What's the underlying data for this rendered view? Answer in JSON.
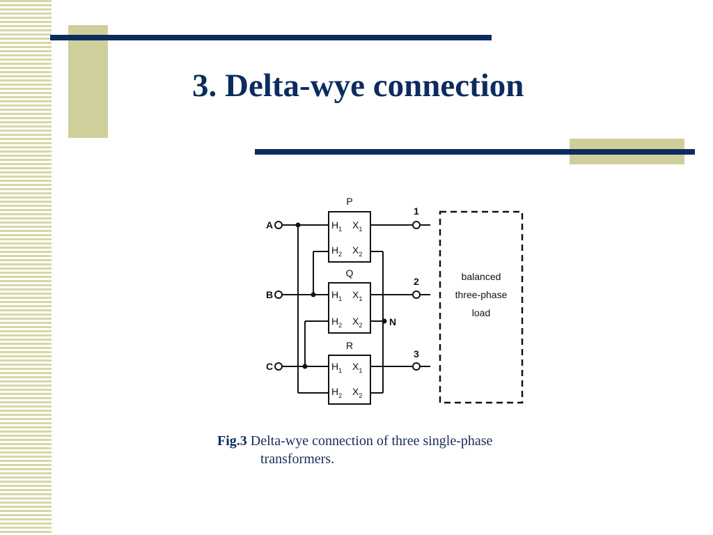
{
  "slide": {
    "title": "3. Delta-wye connection"
  },
  "diagram": {
    "transformers": [
      {
        "name": "P",
        "h1": "H",
        "h1_sub": "1",
        "x1": "X",
        "x1_sub": "1",
        "h2": "H",
        "h2_sub": "2",
        "x2": "X",
        "x2_sub": "2"
      },
      {
        "name": "Q",
        "h1": "H",
        "h1_sub": "1",
        "x1": "X",
        "x1_sub": "1",
        "h2": "H",
        "h2_sub": "2",
        "x2": "X",
        "x2_sub": "2"
      },
      {
        "name": "R",
        "h1": "H",
        "h1_sub": "1",
        "x1": "X",
        "x1_sub": "1",
        "h2": "H",
        "h2_sub": "2",
        "x2": "X",
        "x2_sub": "2"
      }
    ],
    "primary_terminals": [
      "A",
      "B",
      "C"
    ],
    "secondary_terminals": [
      "1",
      "2",
      "3"
    ],
    "neutral_label": "N",
    "load_lines": [
      "balanced",
      "three-phase",
      "load"
    ]
  },
  "caption": {
    "fig_label": "Fig.3",
    "text_line1": "Delta-wye connection of three single-phase",
    "text_line2": "transformers."
  },
  "colors": {
    "navy": "#0b2c5e",
    "tan": "#cfcf9c",
    "stripe": "#d6d6a6"
  }
}
